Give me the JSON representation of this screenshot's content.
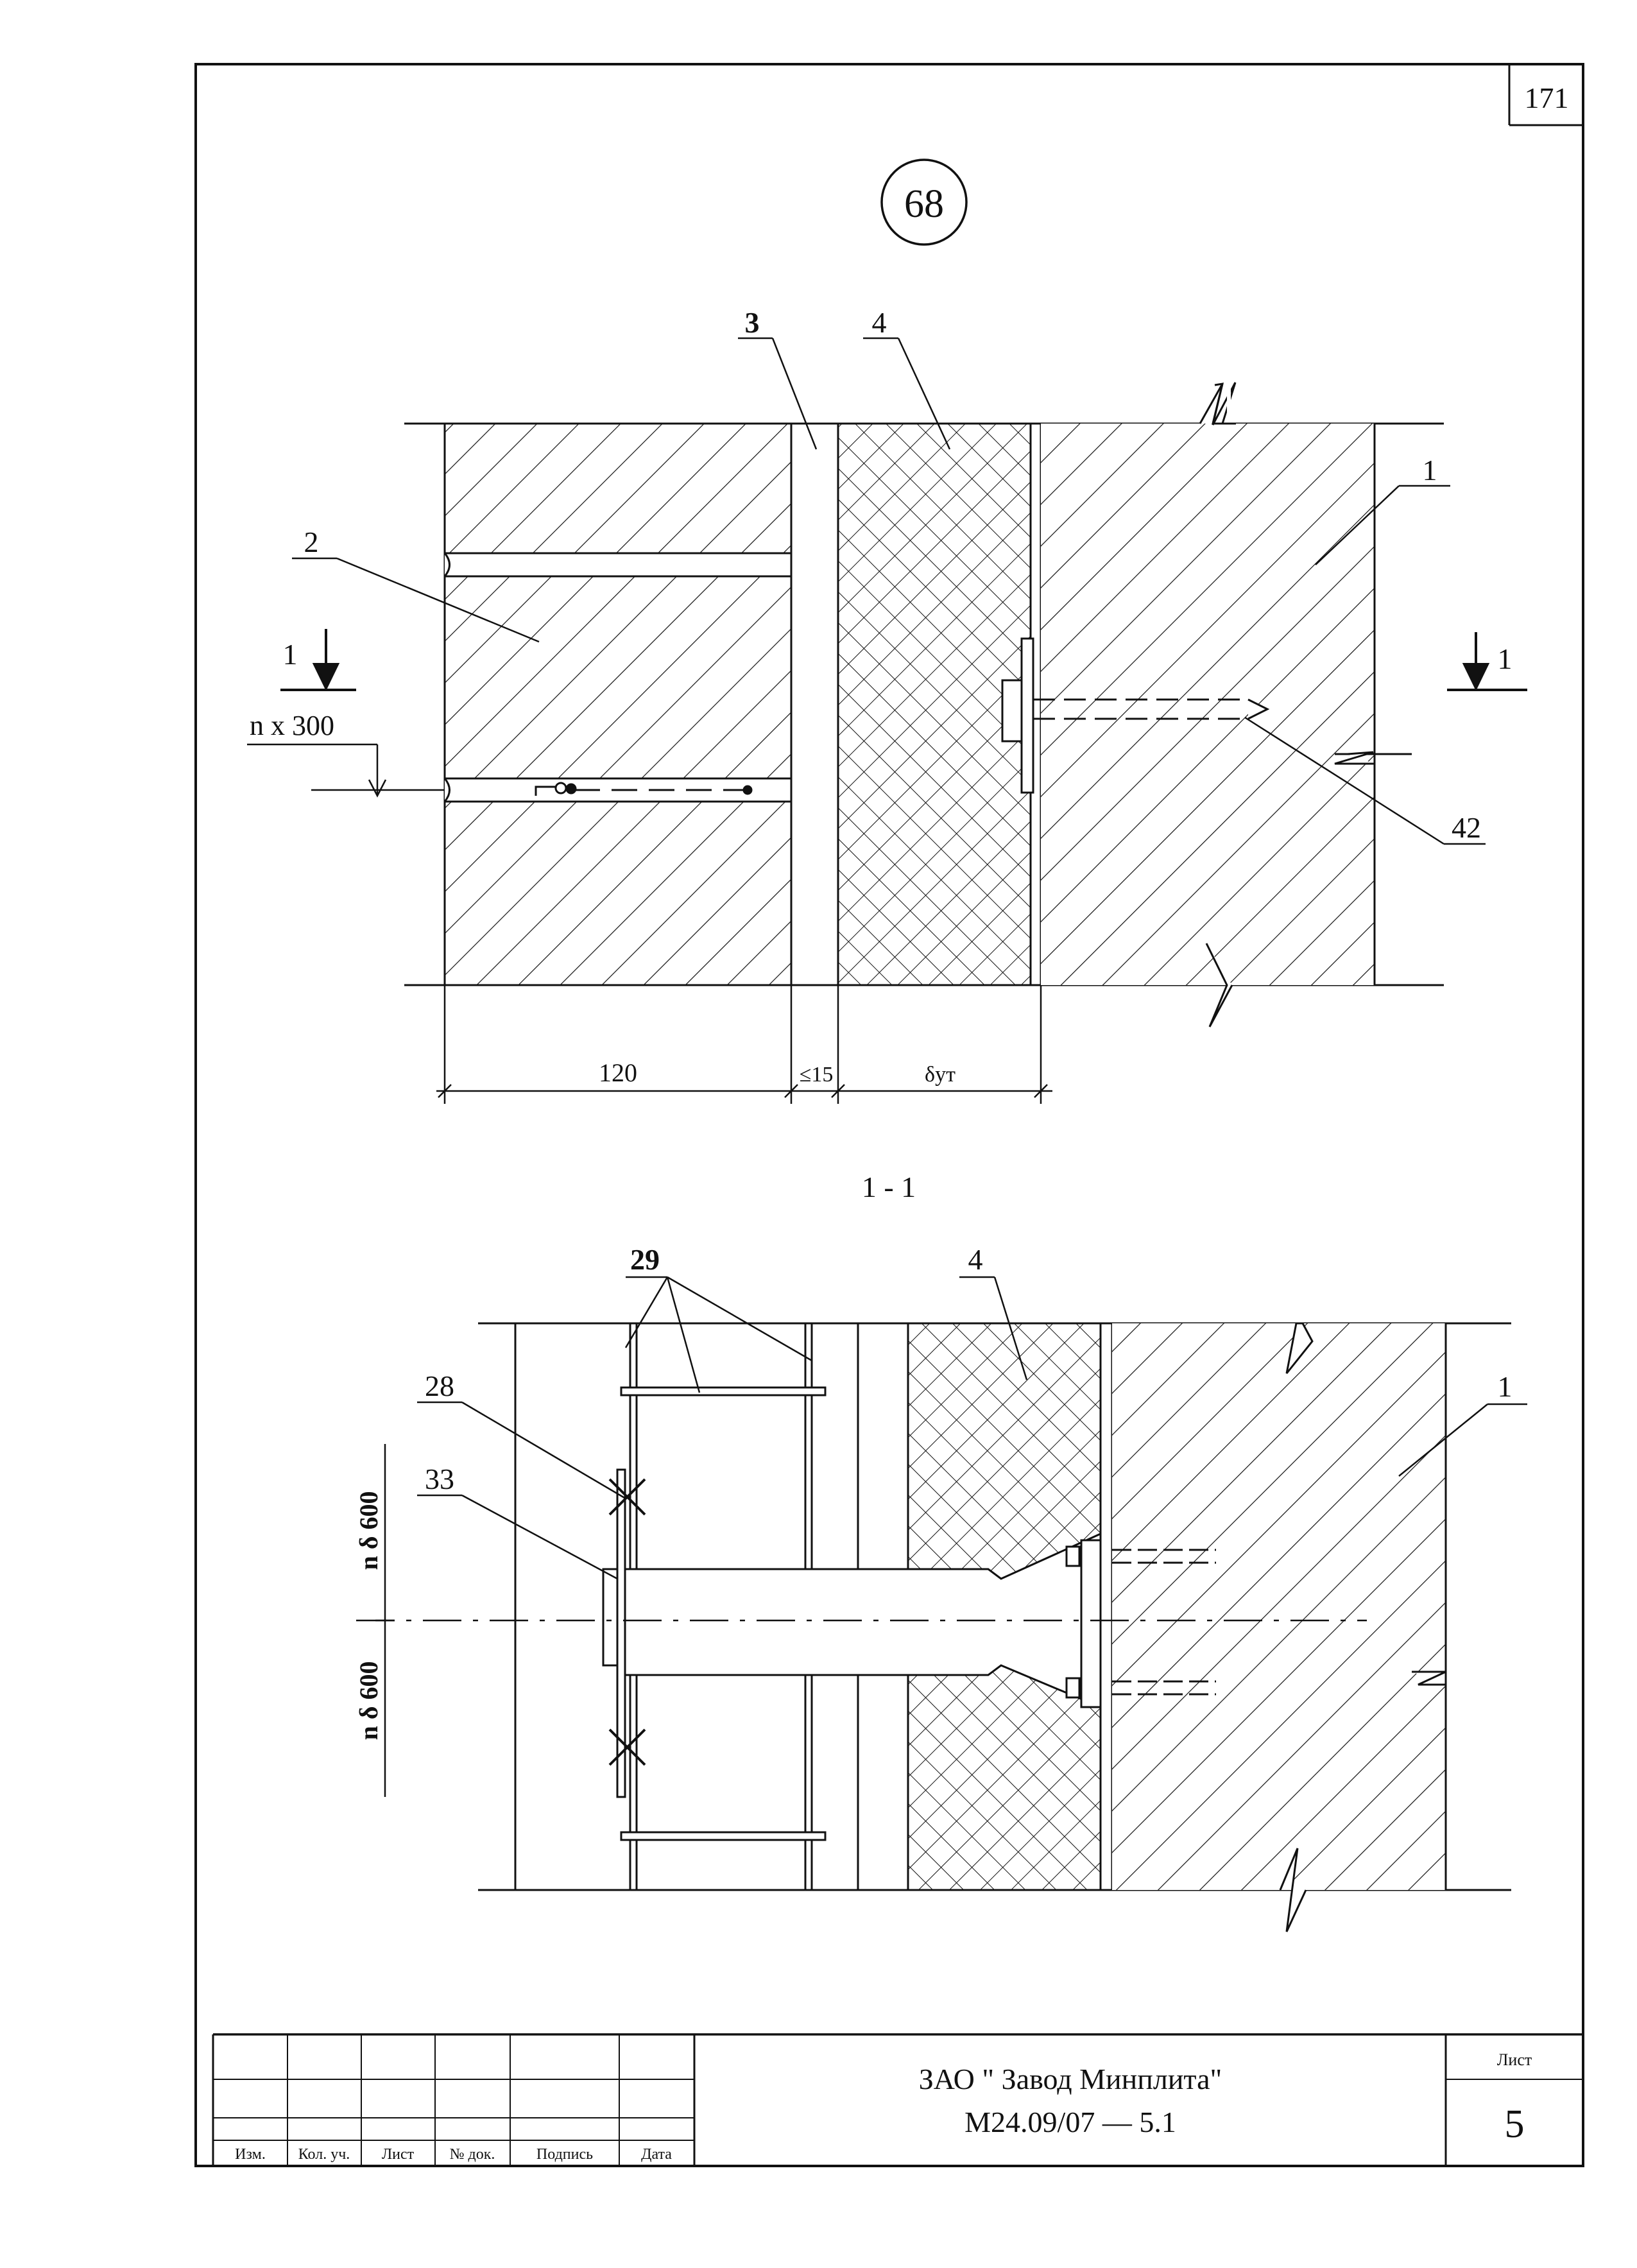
{
  "sheet_number_corner": "171",
  "detail_number": "68",
  "section_title": "1 - 1",
  "top_view": {
    "callouts": {
      "c3": "3",
      "c4": "4",
      "c1": "1",
      "c2": "2",
      "c42": "42"
    },
    "section_marks": {
      "left": "1",
      "right": "1"
    },
    "spacing_label": "n x 300",
    "dimensions": {
      "d120": "120",
      "d15": "≤15",
      "dut": "δут"
    }
  },
  "section_view": {
    "callouts": {
      "c29": "29",
      "c4": "4",
      "c1": "1",
      "c28": "28",
      "c33": "33"
    },
    "spacing_labels": {
      "upper": "n δ 600",
      "lower": "n δ 600"
    }
  },
  "title_block": {
    "headers": [
      "Изм.",
      "Кол. уч.",
      "Лист",
      "№ док.",
      "Подпись",
      "Дата"
    ],
    "company": "ЗАО \" Завод Минплита\"",
    "doc_code": "М24.09/07  —  5.1",
    "sheet_label": "Лист",
    "sheet_value": "5"
  }
}
